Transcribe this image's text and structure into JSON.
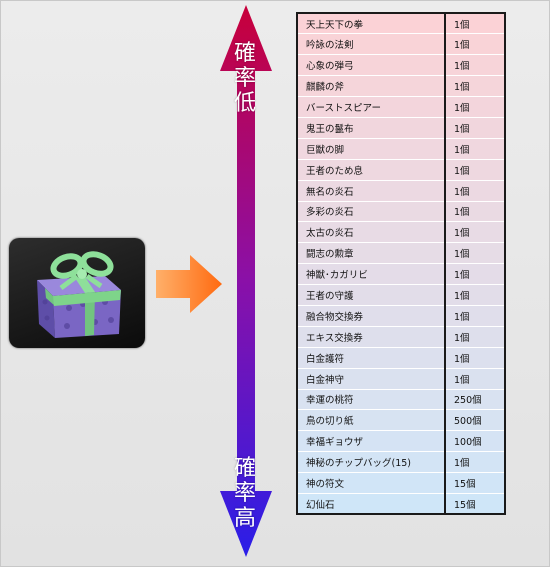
{
  "labels": {
    "low": [
      "確",
      "率",
      "低"
    ],
    "high": [
      "確",
      "率",
      "高"
    ]
  },
  "colors": {
    "arrow_top": "#c8003a",
    "arrow_bottom": "#2a1ee8",
    "orange_arrow": "#ff7a1a",
    "gift_box": "#7a66c4",
    "gift_ribbon": "#7ed48a",
    "row_top": "#fbd2d6",
    "row_bottom": "#cfe6f8"
  },
  "icons": {
    "gift": "gift-box-icon",
    "right_arrow": "orange-right-arrow",
    "probability_arrow": "vertical-double-arrow"
  },
  "items": [
    {
      "name": "天上天下の拳",
      "qty": "1個"
    },
    {
      "name": "吟詠の法剣",
      "qty": "1個"
    },
    {
      "name": "心象の弾弓",
      "qty": "1個"
    },
    {
      "name": "麒麟の斧",
      "qty": "1個"
    },
    {
      "name": "バーストスピアー",
      "qty": "1個"
    },
    {
      "name": "鬼王の鬣布",
      "qty": "1個"
    },
    {
      "name": "巨獣の脚",
      "qty": "1個"
    },
    {
      "name": "王者のため息",
      "qty": "1個"
    },
    {
      "name": "無名の炎石",
      "qty": "1個"
    },
    {
      "name": "多彩の炎石",
      "qty": "1個"
    },
    {
      "name": "太古の炎石",
      "qty": "1個"
    },
    {
      "name": "闘志の勲章",
      "qty": "1個"
    },
    {
      "name": "神獣･カガリビ",
      "qty": "1個"
    },
    {
      "name": "王者の守護",
      "qty": "1個"
    },
    {
      "name": "融合物交換券",
      "qty": "1個"
    },
    {
      "name": "エキス交換券",
      "qty": "1個"
    },
    {
      "name": "白金護符",
      "qty": "1個"
    },
    {
      "name": "白金神守",
      "qty": "1個"
    },
    {
      "name": "幸運の桃符",
      "qty": "250個"
    },
    {
      "name": "鳥の切り紙",
      "qty": "500個"
    },
    {
      "name": "幸福ギョウザ",
      "qty": "100個"
    },
    {
      "name": "神秘のチップバッグ(15)",
      "qty": "1個"
    },
    {
      "name": "神の符文",
      "qty": "15個"
    },
    {
      "name": "幻仙石",
      "qty": "15個"
    }
  ]
}
